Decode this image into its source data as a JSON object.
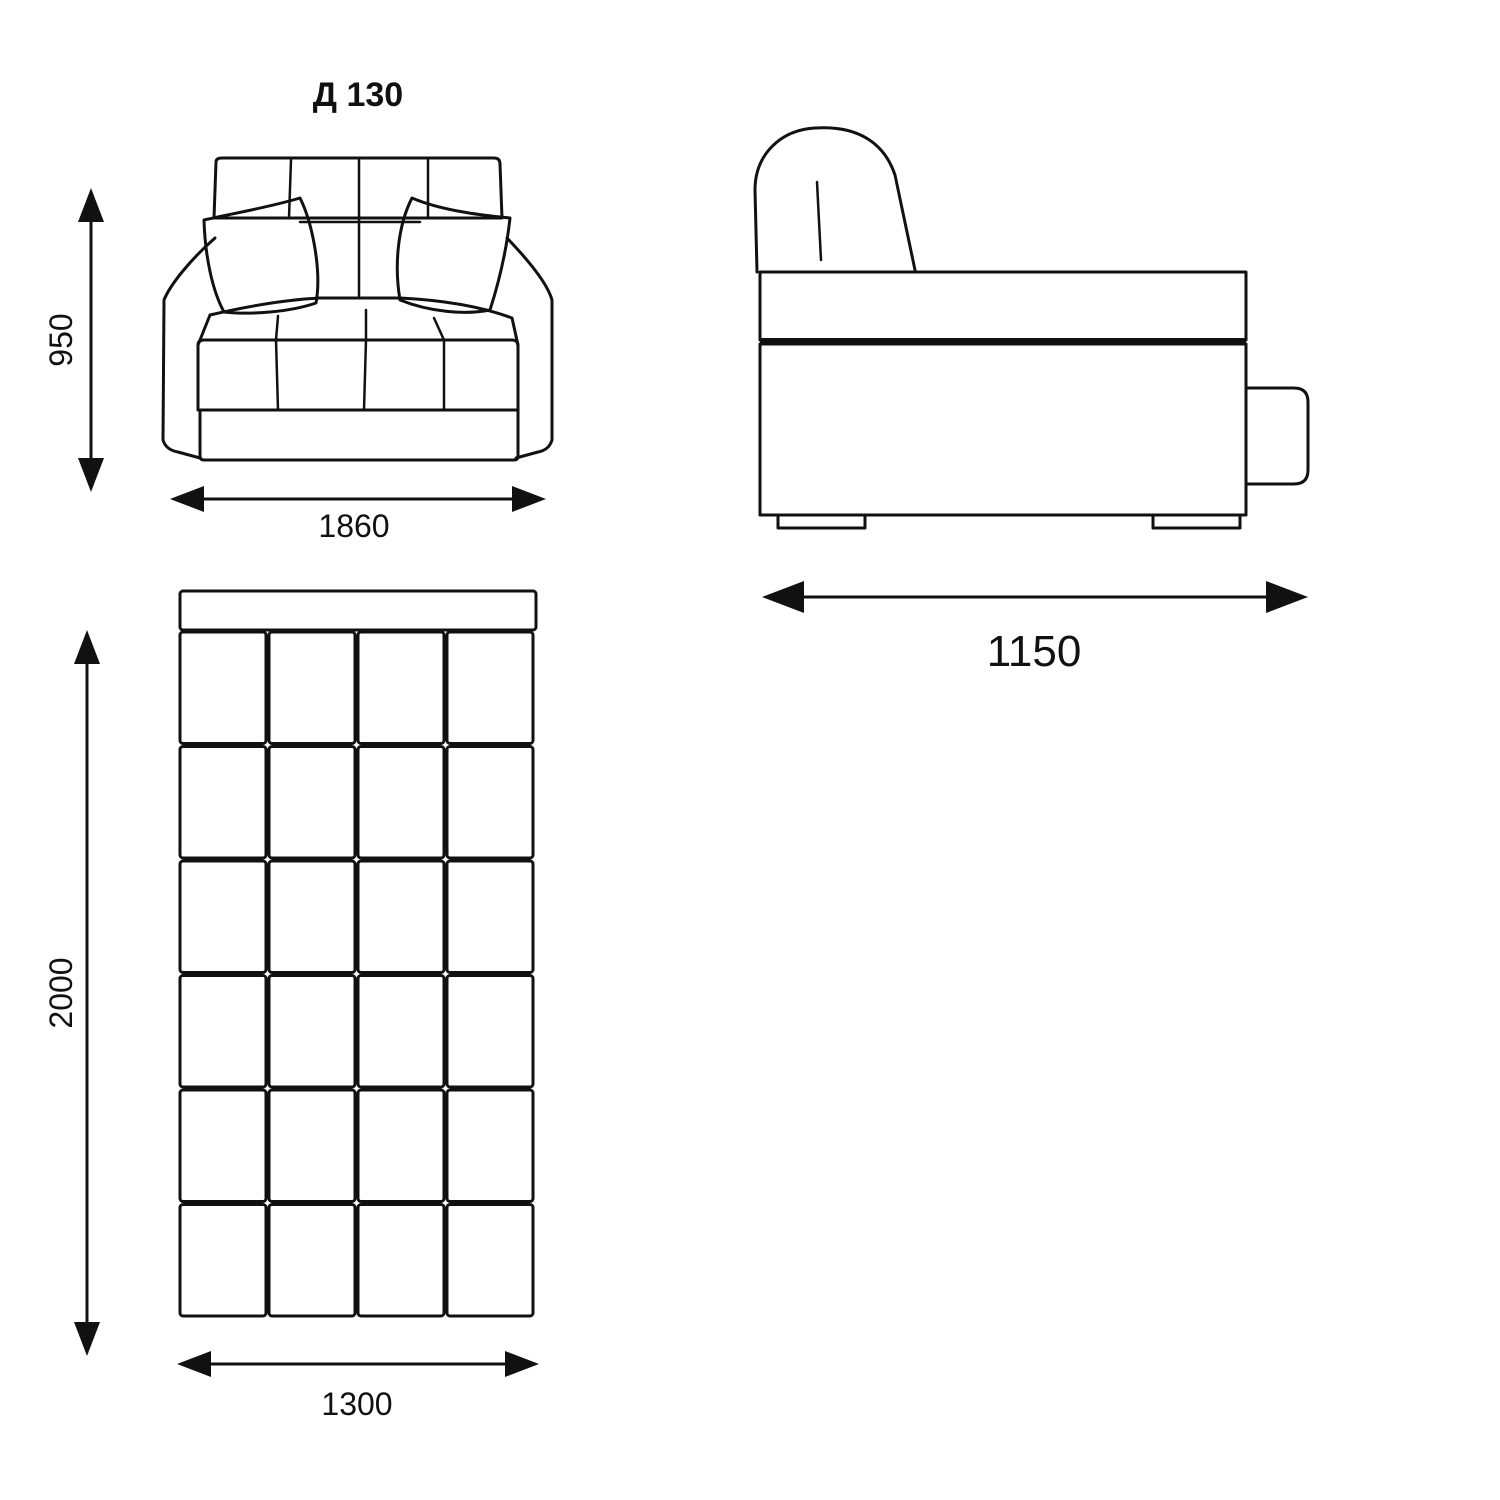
{
  "model": "Д 130",
  "dimensions": {
    "height": "950",
    "width": "1860",
    "depth": "1150",
    "bed_length": "2000",
    "bed_width": "1300"
  }
}
